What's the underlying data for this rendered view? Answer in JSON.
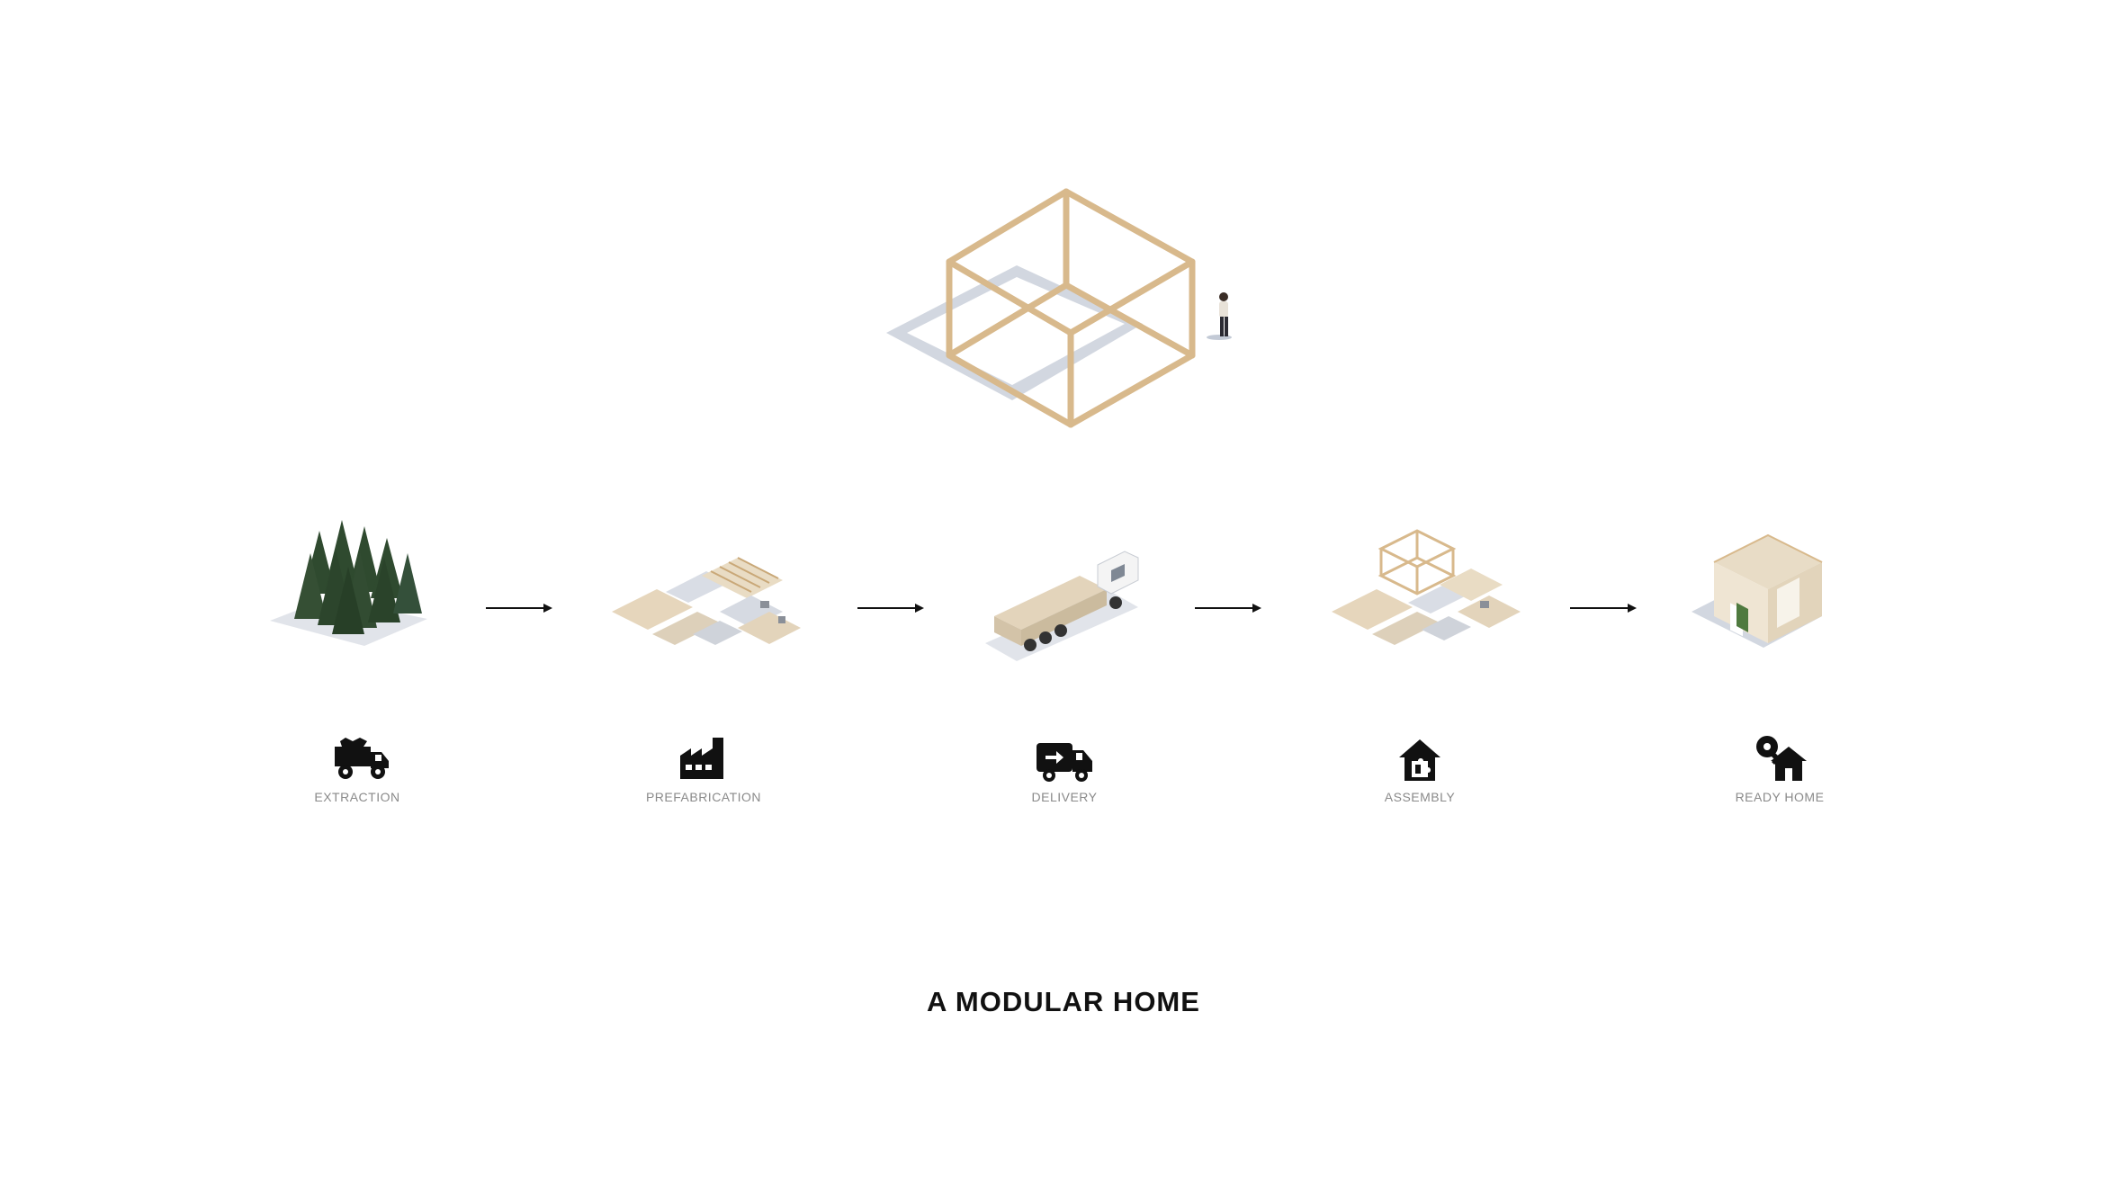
{
  "title": "A MODULAR HOME",
  "stages": [
    {
      "label": "EXTRACTION",
      "icon": "dump-truck-icon"
    },
    {
      "label": "PREFABRICATION",
      "icon": "factory-icon"
    },
    {
      "label": "DELIVERY",
      "icon": "delivery-truck-icon"
    },
    {
      "label": "ASSEMBLY",
      "icon": "house-puzzle-icon"
    },
    {
      "label": "READY HOME",
      "icon": "house-key-icon"
    }
  ],
  "colors": {
    "timber": "#d8b98c",
    "shadow": "#aab3c4",
    "tree": "#2f4a2f",
    "icon": "#111111",
    "label": "#8a8a8a"
  }
}
